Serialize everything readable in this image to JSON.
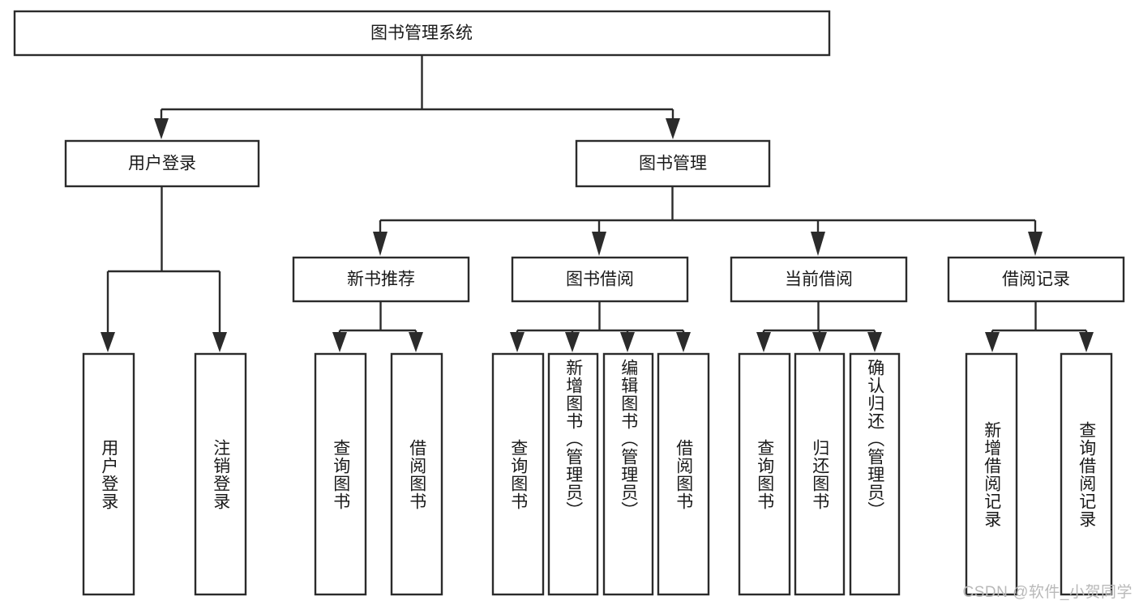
{
  "diagram": {
    "title": "图书管理系统",
    "type": "tree",
    "root": {
      "id": "root",
      "label": "图书管理系统"
    },
    "level2": [
      {
        "id": "user-login",
        "label": "用户登录"
      },
      {
        "id": "book-management",
        "label": "图书管理"
      }
    ],
    "level3": [
      {
        "id": "new-book-recommend",
        "label": "新书推荐",
        "parent": "book-management"
      },
      {
        "id": "book-borrow",
        "label": "图书借阅",
        "parent": "book-management"
      },
      {
        "id": "current-borrow",
        "label": "当前借阅",
        "parent": "book-management"
      },
      {
        "id": "borrow-record",
        "label": "借阅记录",
        "parent": "book-management"
      }
    ],
    "leaves": [
      {
        "id": "leaf-user-login",
        "label": "用户登录",
        "parent": "user-login"
      },
      {
        "id": "leaf-logout",
        "label": "注销登录",
        "parent": "user-login"
      },
      {
        "id": "leaf-query-book-1",
        "label": "查询图书",
        "parent": "new-book-recommend"
      },
      {
        "id": "leaf-borrow-book-1",
        "label": "借阅图书",
        "parent": "new-book-recommend"
      },
      {
        "id": "leaf-query-book-2",
        "label": "查询图书",
        "parent": "book-borrow"
      },
      {
        "id": "leaf-add-book",
        "label": "新增图书（管理员）",
        "parent": "book-borrow"
      },
      {
        "id": "leaf-edit-book",
        "label": "编辑图书（管理员）",
        "parent": "book-borrow"
      },
      {
        "id": "leaf-borrow-book-2",
        "label": "借阅图书",
        "parent": "book-borrow"
      },
      {
        "id": "leaf-query-book-3",
        "label": "查询图书",
        "parent": "current-borrow"
      },
      {
        "id": "leaf-return-book",
        "label": "归还图书",
        "parent": "current-borrow"
      },
      {
        "id": "leaf-confirm-return",
        "label": "确认归还（管理员）",
        "parent": "current-borrow"
      },
      {
        "id": "leaf-add-record",
        "label": "新增借阅记录",
        "parent": "borrow-record"
      },
      {
        "id": "leaf-query-record",
        "label": "查询借阅记录",
        "parent": "borrow-record"
      }
    ],
    "colors": {
      "stroke": "#2b2b2b",
      "fill": "#ffffff",
      "text": "#1a1a1a",
      "watermark": "#b9b9b9"
    }
  },
  "watermark": {
    "text": "CSDN @软件_小贺同学"
  }
}
